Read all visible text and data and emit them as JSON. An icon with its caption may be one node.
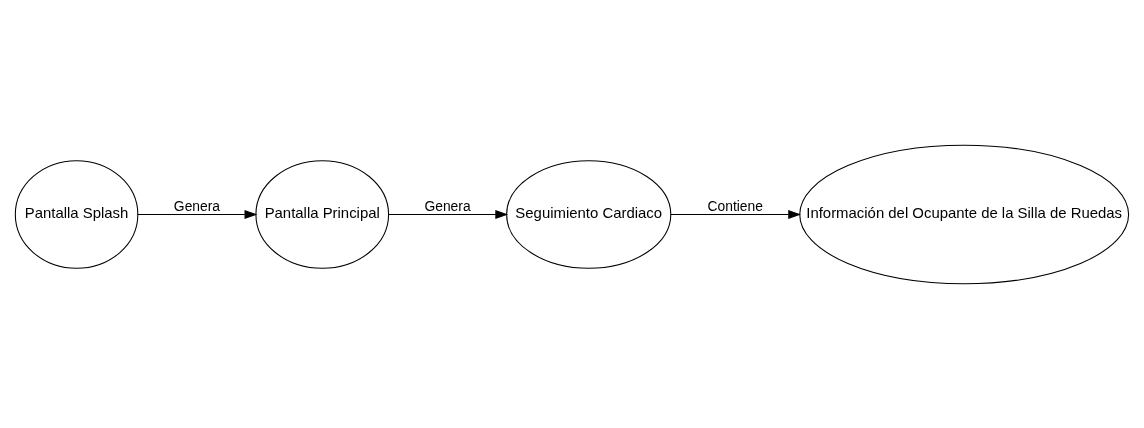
{
  "diagram": {
    "nodes": [
      {
        "text": [
          "Pantalla Splash"
        ]
      },
      {
        "text": [
          "Pantalla Principal"
        ]
      },
      {
        "text": [
          "Seguimiento Cardiaco"
        ]
      },
      {
        "text": [
          "Información del Ocupante de la Silla de Ruedas"
        ]
      }
    ],
    "edges": [
      {
        "from": 0,
        "to": 1,
        "arrow": "to",
        "label": "Genera"
      },
      {
        "from": 1,
        "to": 2,
        "arrow": "to",
        "label": "Genera"
      },
      {
        "from": 2,
        "to": 3,
        "arrow": "to",
        "label": "Contiene"
      }
    ]
  }
}
